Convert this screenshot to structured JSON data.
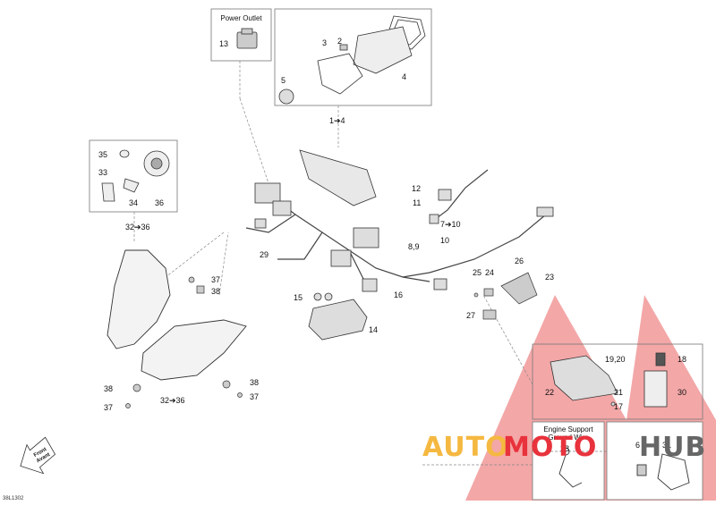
{
  "boxes": {
    "power_outlet": "Power Outlet",
    "engine_support": "Engine Support\nGround Wire"
  },
  "front_arrow": "Front\nAvant",
  "drawing_code": "38L1302",
  "watermark": {
    "part1": "AUTO",
    "part2": "MOTO",
    "part3": "HUB",
    "colors": {
      "orange": "#f5b840",
      "red": "#e8323c",
      "grey": "#666666"
    }
  },
  "callouts": [
    {
      "id": "13",
      "text": "13"
    },
    {
      "id": "3",
      "text": "3"
    },
    {
      "id": "2",
      "text": "2"
    },
    {
      "id": "5",
      "text": "5"
    },
    {
      "id": "4",
      "text": "4"
    },
    {
      "id": "1-4",
      "text": "1➔4"
    },
    {
      "id": "35",
      "text": "35"
    },
    {
      "id": "33",
      "text": "33"
    },
    {
      "id": "34",
      "text": "34"
    },
    {
      "id": "36",
      "text": "36"
    },
    {
      "id": "32-36a",
      "text": "32➔36"
    },
    {
      "id": "29",
      "text": "29"
    },
    {
      "id": "12",
      "text": "12"
    },
    {
      "id": "11",
      "text": "11"
    },
    {
      "id": "7-10",
      "text": "7➔10"
    },
    {
      "id": "8-9",
      "text": "8,9"
    },
    {
      "id": "10",
      "text": "10"
    },
    {
      "id": "37a",
      "text": "37"
    },
    {
      "id": "38a",
      "text": "38"
    },
    {
      "id": "15",
      "text": "15"
    },
    {
      "id": "14",
      "text": "14"
    },
    {
      "id": "16",
      "text": "16"
    },
    {
      "id": "25",
      "text": "25"
    },
    {
      "id": "24",
      "text": "24"
    },
    {
      "id": "26",
      "text": "26"
    },
    {
      "id": "23",
      "text": "23"
    },
    {
      "id": "27",
      "text": "27"
    },
    {
      "id": "18",
      "text": "18"
    },
    {
      "id": "19-20",
      "text": "19,20"
    },
    {
      "id": "21",
      "text": "21"
    },
    {
      "id": "22",
      "text": "22"
    },
    {
      "id": "30",
      "text": "30"
    },
    {
      "id": "17",
      "text": "17"
    },
    {
      "id": "38b",
      "text": "38"
    },
    {
      "id": "37b",
      "text": "37"
    },
    {
      "id": "38c",
      "text": "38"
    },
    {
      "id": "37c",
      "text": "37"
    },
    {
      "id": "32-36b",
      "text": "32➔36"
    },
    {
      "id": "28",
      "text": "28"
    },
    {
      "id": "6",
      "text": "6"
    },
    {
      "id": "31",
      "text": "31"
    }
  ]
}
